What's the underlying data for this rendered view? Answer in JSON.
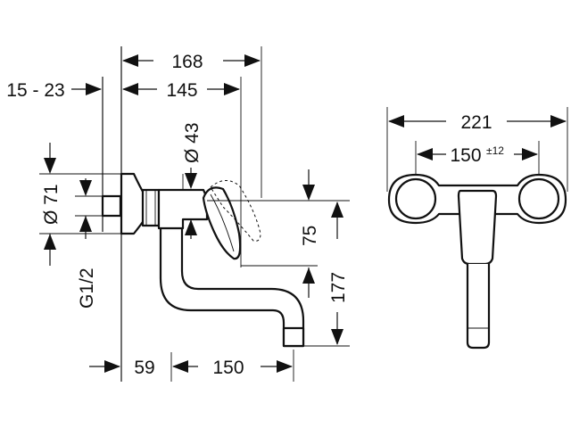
{
  "side_view": {
    "dims": {
      "width_168": "168",
      "width_145": "145",
      "offset_15_23": "15 - 23",
      "diameter_43": "Ø 43",
      "diameter_71": "Ø 71",
      "thread": "G1/2",
      "height_75": "75",
      "height_177": "177",
      "depth_59": "59",
      "reach_150": "150"
    }
  },
  "front_view": {
    "dims": {
      "width_221": "221",
      "centers_150": "150",
      "tolerance": "±12"
    }
  }
}
